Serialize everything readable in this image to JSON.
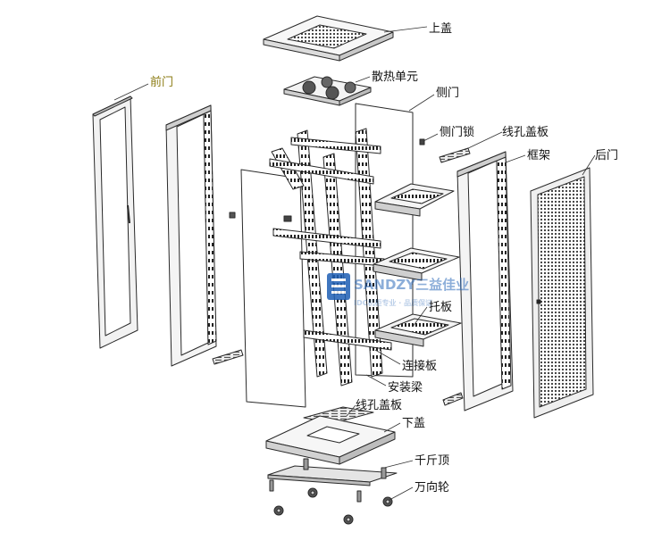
{
  "labels": {
    "top_cover": "上盖",
    "fan_unit": "散热单元",
    "side_door": "侧门",
    "side_lock": "侧门锁",
    "cable_cover_top": "线孔盖板",
    "frame": "框架",
    "rear_door": "后门",
    "front_door": "前门",
    "shelf": "托板",
    "connector_plate": "连接板",
    "mounting_beam": "安装梁",
    "cable_cover_bottom": "线孔盖板",
    "bottom_cover": "下盖",
    "jack": "千斤顶",
    "caster": "万向轮"
  },
  "watermark": {
    "brand": "SANDZY三益佳业",
    "tagline": "IDC机柜专业 · 品质保证"
  },
  "colors": {
    "line": "#2a2a2a",
    "panel": "#ffffff",
    "shade": "#d6d6d6",
    "dark": "#3a3a3a",
    "accent_label": "#8a7a10",
    "watermark_blue": "#1e5fb4"
  }
}
